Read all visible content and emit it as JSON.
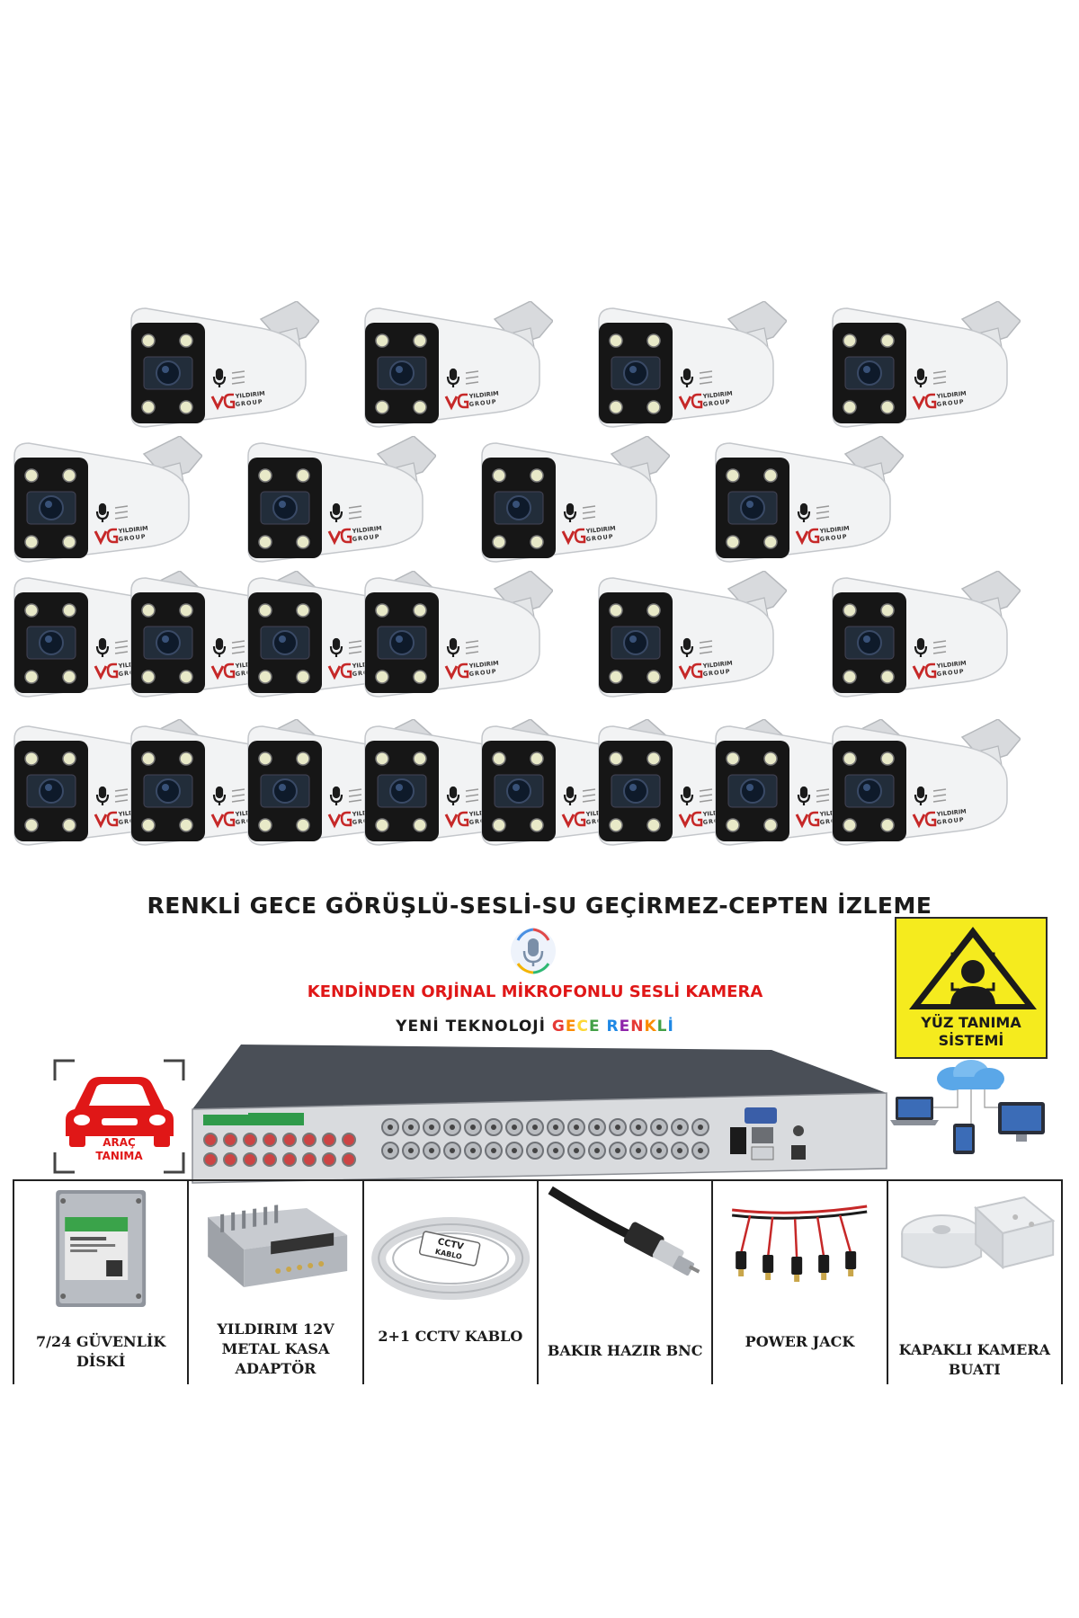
{
  "headline": "RENKLİ GECE GÖRÜŞLÜ-SESLİ-SU  GEÇİRMEZ-CEPTEN  İZLEME",
  "subheadline": "KENDİNDEN ORJİNAL MİKROFONLU SESLİ KAMERA",
  "tech_line": {
    "prefix": "YENİ TEKNOLOJİ ",
    "rainbow_word_1": [
      "G",
      "E",
      "C",
      "E"
    ],
    "rainbow_word_2": [
      "R",
      "E",
      "N",
      "K",
      "L",
      "İ"
    ],
    "rainbow_colors": [
      "#e53935",
      "#fb8c00",
      "#fdd835",
      "#43a047",
      "#1e88e5",
      "#8e24aa",
      "#e53935",
      "#fb8c00",
      "#43a047",
      "#1e88e5"
    ]
  },
  "face_sign": {
    "label": "YÜZ TANIMA SİSTEMİ",
    "background": "#f5eb1e"
  },
  "vehicle_badge": {
    "label_1": "ARAÇ",
    "label_2": "TANIMA",
    "color": "#e01717"
  },
  "camera": {
    "brand_line_1": "YILDIRIM",
    "brand_line_2": "GROUP",
    "count": 22
  },
  "accessories": [
    {
      "label": "7/24 GÜVENLİK DİSKİ",
      "icon": "hard-disk-icon"
    },
    {
      "label": "YILDIRIM 12V METAL KASA ADAPTÖR",
      "icon": "power-supply-icon"
    },
    {
      "label": "2+1 CCTV KABLO",
      "icon": "cable-roll-icon"
    },
    {
      "label": "BAKIR HAZIR BNC",
      "icon": "bnc-connector-icon"
    },
    {
      "label": "POWER JACK",
      "icon": "power-jack-icon"
    },
    {
      "label": "KAPAKLI KAMERA BUATI",
      "icon": "junction-box-icon"
    }
  ],
  "cable_tag": {
    "line_1": "CCTV",
    "line_2": "KABLO"
  }
}
